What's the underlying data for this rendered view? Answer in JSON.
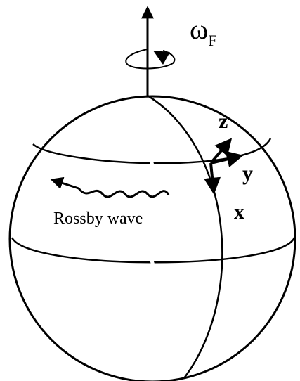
{
  "diagram": {
    "rotation_label": "ω",
    "rotation_subscript": "F",
    "wave_label": "Rossby wave",
    "axes": {
      "x": "x",
      "y": "y",
      "z": "z"
    }
  },
  "colors": {
    "stroke": "#000000",
    "background": "#ffffff"
  }
}
